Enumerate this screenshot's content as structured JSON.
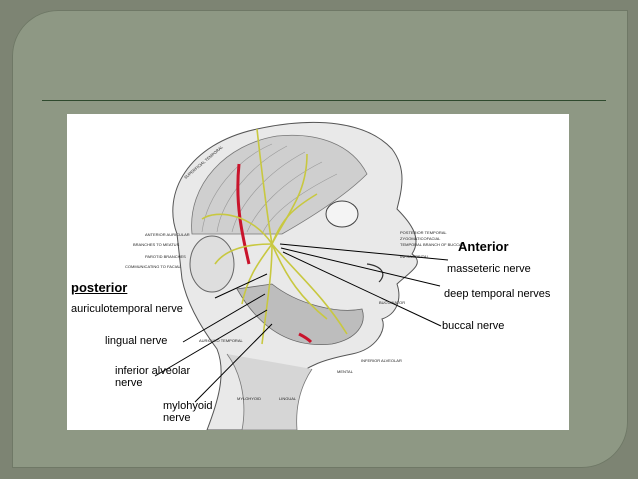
{
  "labels": {
    "anterior": "Anterior",
    "posterior": "posterior",
    "masseteric_nerve": "masseteric nerve",
    "deep_temporal_nerves": "deep temporal nerves",
    "buccal_nerve": "buccal nerve",
    "auriculotemporal_nerve": "auriculotemporal nerve",
    "lingual_nerve": "lingual nerve",
    "inferior_alveolar_nerve": "inferior alveolar nerve",
    "mylohyoid_nerve": "mylohyoid nerve"
  },
  "small_labels": {
    "anterior_auricular": "ANTERIOR AURICULAR",
    "branches_to_meatus": "BRANCHES TO MEATUS",
    "parotid_branches": "PAROTID BRANCHES",
    "communicating_to_facial": "COMMUNICATING TO FACIAL",
    "posterior_temporal": "POSTERIOR TEMPORAL",
    "zygomaticofacial": "ZYGOMATICOFACIAL",
    "temporal_branch_of_buccal": "TEMPORAL BRANCH OF BUCCAL",
    "infraorbital": "INFRAORBITAL",
    "buccinator": "BUCCINATOR",
    "auriculo_temporal": "AURICULO TEMPORAL",
    "inferior_alveolar": "INFERIOR ALVEOLAR",
    "mental": "MENTAL",
    "mylohyoid": "MYLOHYOID",
    "lingual": "LINGUAL",
    "superficial_temporal": "SUPERFICIAL TEMPORAL"
  },
  "colors": {
    "nerve": "#e8e86a",
    "artery": "#c9142c",
    "line": "#000000"
  }
}
